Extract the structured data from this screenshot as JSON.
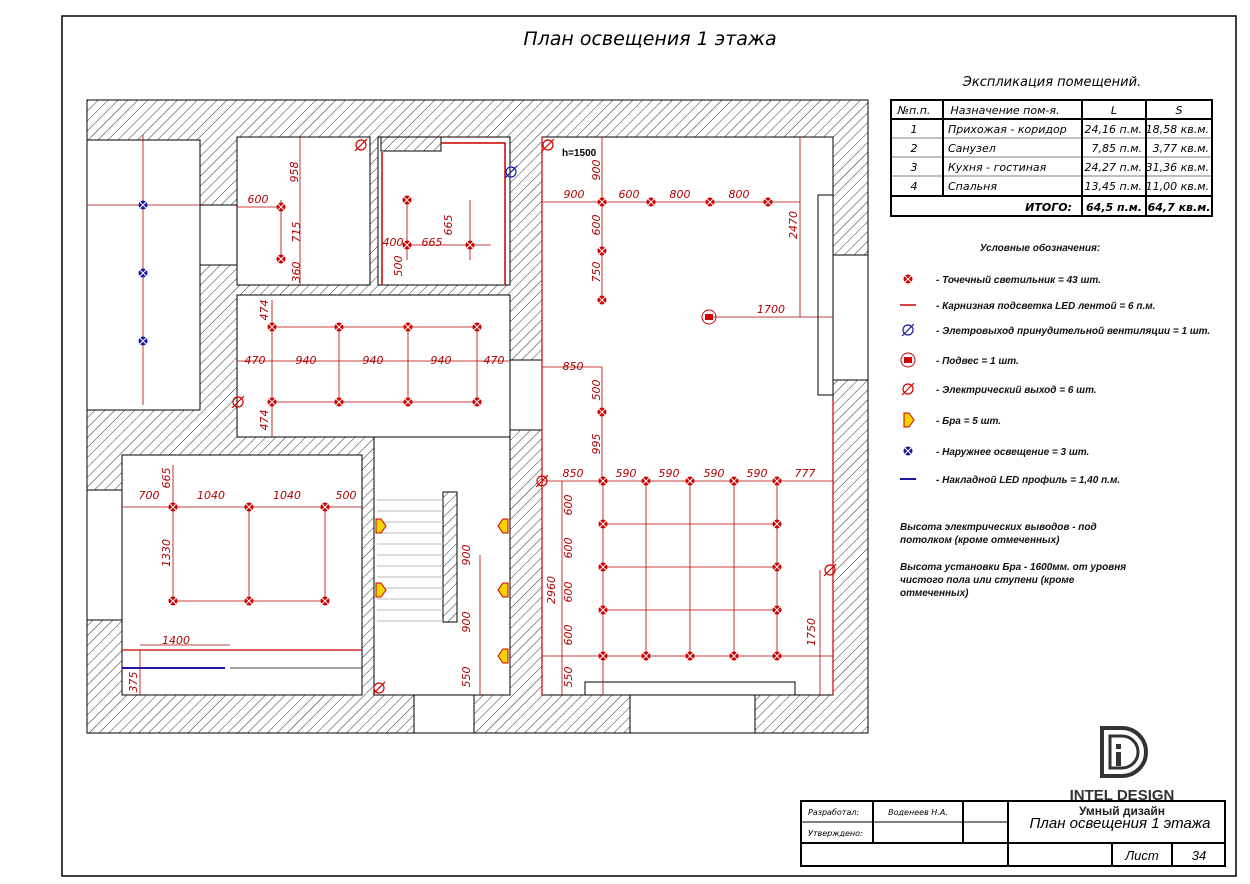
{
  "title": "План освещения 1 этажа",
  "explication": {
    "title": "Экспликация помещений.",
    "headers": [
      "№п.п.",
      "Назначение пом-я.",
      "L",
      "S"
    ],
    "rows": [
      [
        "1",
        "Прихожая - коридор",
        "24,16 п.м.",
        "18,58 кв.м."
      ],
      [
        "2",
        "Санузел",
        "7,85 п.м.",
        "3,77 кв.м."
      ],
      [
        "3",
        "Кухня - гостиная",
        "24,27 п.м.",
        "31,36 кв.м."
      ],
      [
        "4",
        "Спальня",
        "13,45 п.м.",
        "11,00 кв.м."
      ]
    ],
    "total_label": "ИТОГО:",
    "total_l": "64,5 п.м.",
    "total_s": "64,7 кв.м."
  },
  "legend": {
    "title": "Условные обозначения:",
    "items": [
      {
        "icon": "spot-light-icon",
        "label": "- Точечный светильник = 43 шт."
      },
      {
        "icon": "led-strip-icon",
        "label": "- Карнизная подсветка  LED лентой = 6 п.м."
      },
      {
        "icon": "ventilation-outlet-icon",
        "label": "- Элетровыход принудительной вентиляции = 1 шт."
      },
      {
        "icon": "pendant-icon",
        "label": "- Подвес = 1 шт."
      },
      {
        "icon": "electric-outlet-icon",
        "label": "- Электрический выход = 6 шт."
      },
      {
        "icon": "sconce-icon",
        "label": "- Бра = 5 шт."
      },
      {
        "icon": "outdoor-light-icon",
        "label": "- Наружнее освещение = 3 шт."
      },
      {
        "icon": "led-profile-icon",
        "label": "- Накладной LED профиль = 1,40 п.м."
      }
    ],
    "note1": [
      "Высота электрических выводов - под",
      "потолком (кроме отмеченных)"
    ],
    "note2": [
      "Высота установки Бра - 1600мм. от уровня",
      "чистого пола или ступени (кроме",
      "отмеченных)"
    ]
  },
  "plan": {
    "height_mark": "h=1500",
    "dimensions": [
      "600",
      "958",
      "715",
      "360",
      "400",
      "665",
      "665",
      "500",
      "900",
      "600",
      "800",
      "800",
      "900",
      "600",
      "750",
      "2470",
      "1700",
      "474",
      "470",
      "940",
      "940",
      "940",
      "470",
      "474",
      "850",
      "500",
      "995",
      "850",
      "590",
      "590",
      "590",
      "590",
      "777",
      "600",
      "600",
      "600",
      "600",
      "550",
      "2960",
      "1750",
      "700",
      "665",
      "1040",
      "1040",
      "500",
      "1330",
      "1400",
      "375",
      "900",
      "900",
      "550"
    ]
  },
  "logo": {
    "brand": "INTEL DESIGN",
    "subtitle": "Умный дизайн"
  },
  "title_block": {
    "developed_label": "Разработал:",
    "developer": "Воденеев Н.А.",
    "approved_label": "Утверждено:",
    "sheet_title": "План освещения 1 этажа",
    "sheet_label": "Лист",
    "sheet_number": "34"
  },
  "colors": {
    "red": "#d10000",
    "blue": "#1a1aa8",
    "yellow": "#f5d400"
  }
}
